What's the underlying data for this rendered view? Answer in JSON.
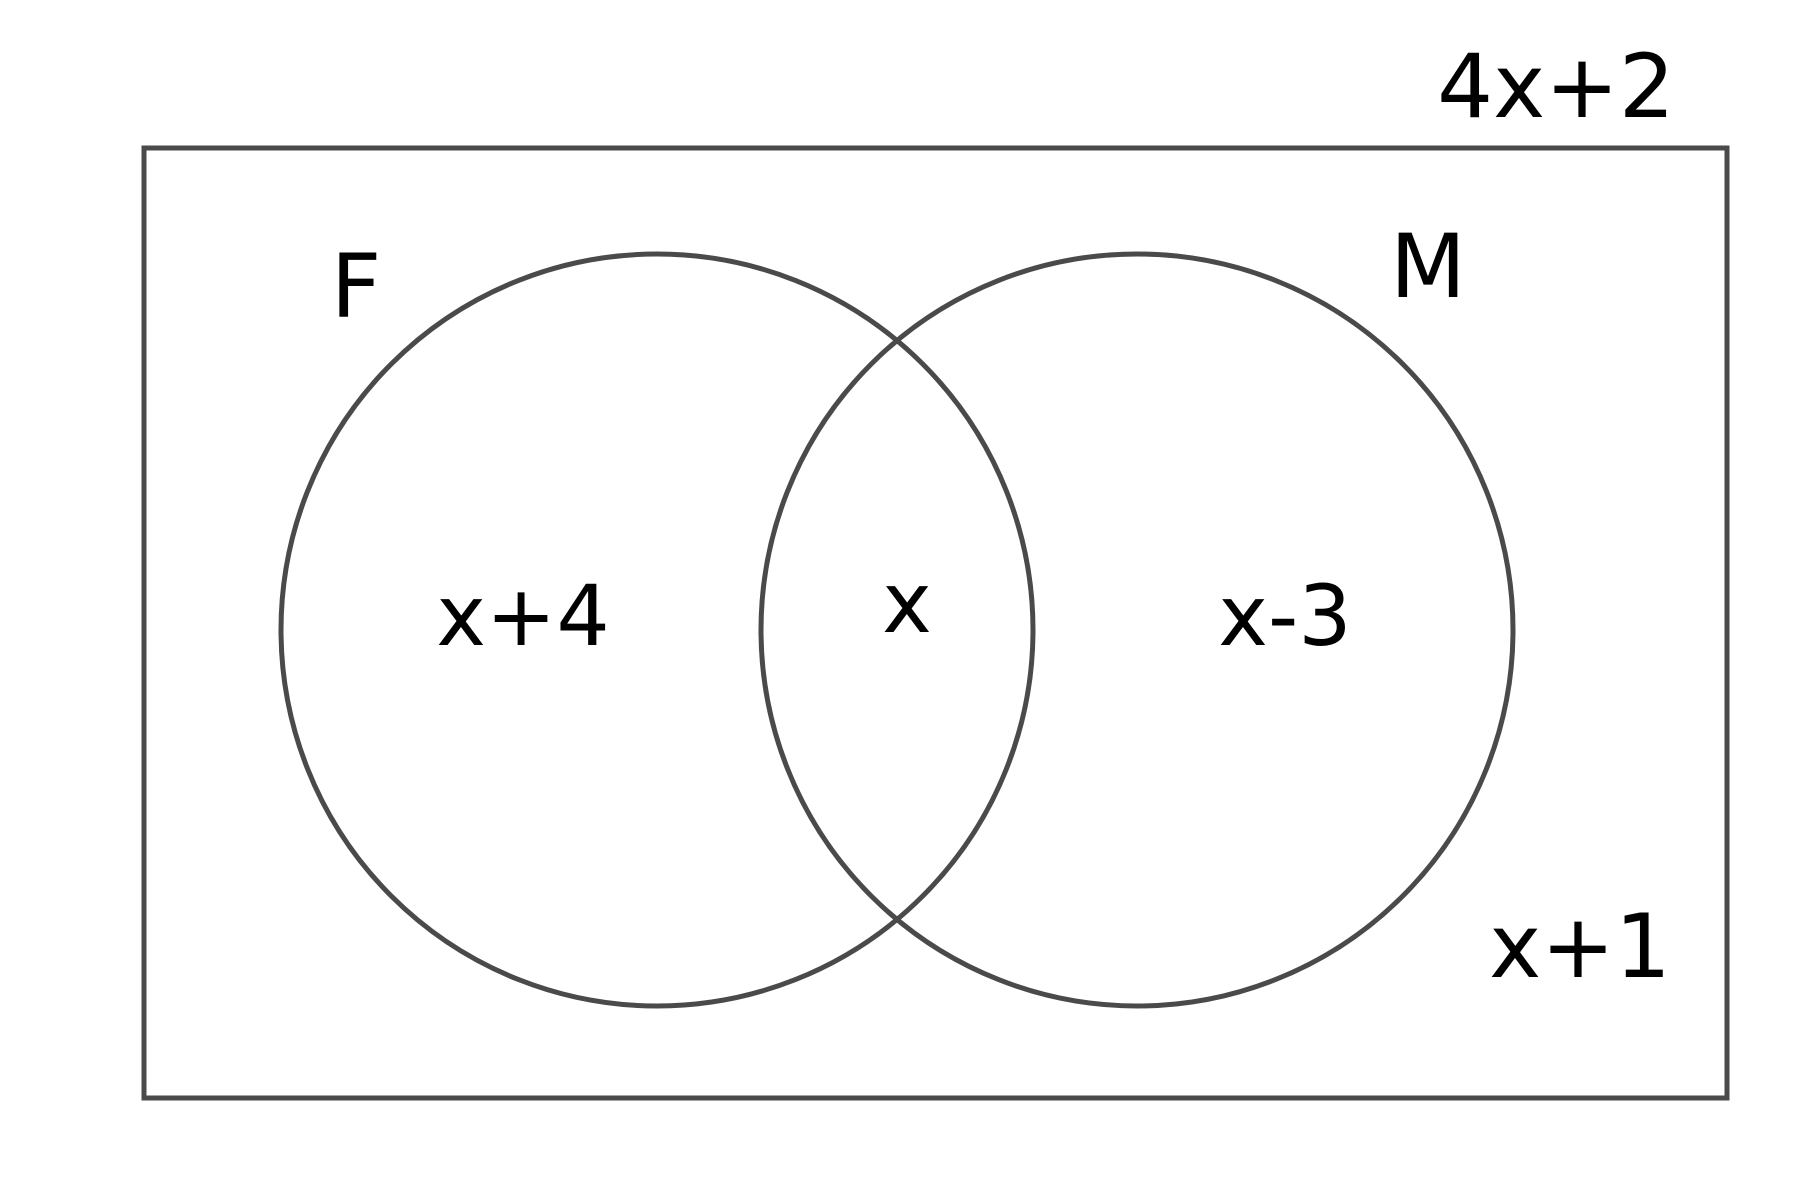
{
  "universe": {
    "total_label": "4x+2",
    "outside_label": "x+1"
  },
  "sets": [
    {
      "name": "F",
      "only_label": "x+4"
    },
    {
      "name": "M",
      "only_label": "x-3"
    }
  ],
  "intersection_label": "x",
  "colors": {
    "stroke": "#4a4a4a",
    "text": "#000000",
    "background": "#ffffff"
  }
}
